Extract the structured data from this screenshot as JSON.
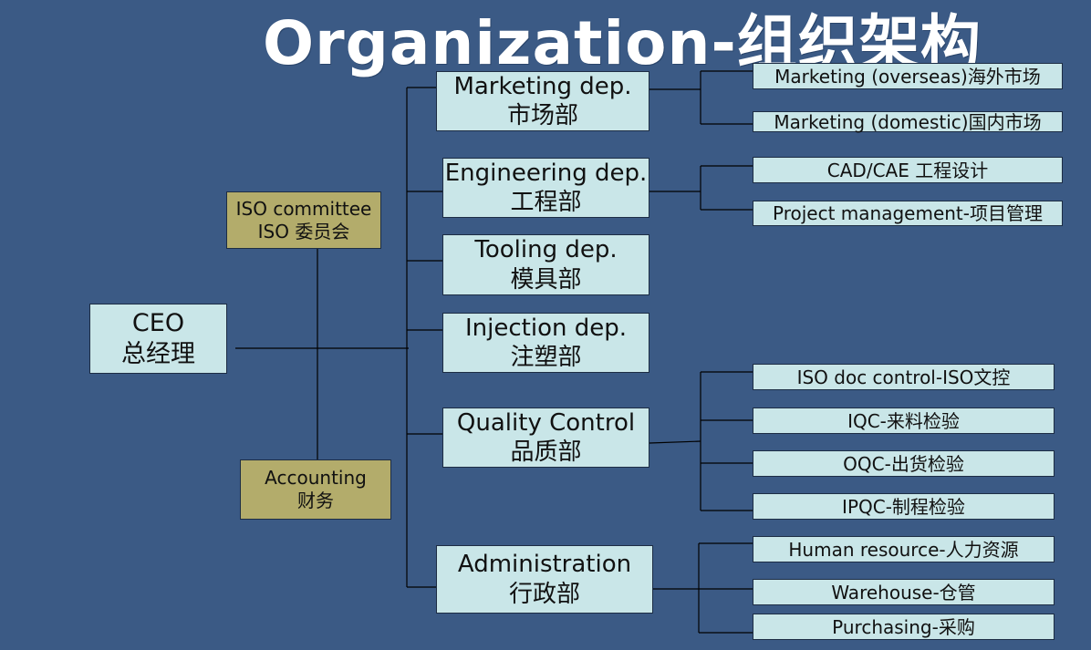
{
  "title": "Organization-组织架构",
  "ceo": {
    "line1": "CEO",
    "line2": "总经理"
  },
  "iso_committee": {
    "line1": "ISO committee",
    "line2": "ISO  委员会"
  },
  "accounting": {
    "line1": "Accounting",
    "line2": "财务"
  },
  "departments": [
    {
      "line1": "Marketing dep.",
      "line2": "市场部"
    },
    {
      "line1": "Engineering dep.",
      "line2": "工程部"
    },
    {
      "line1": "Tooling dep.",
      "line2": "模具部"
    },
    {
      "line1": "Injection dep.",
      "line2": "注塑部"
    },
    {
      "line1": "Quality Control",
      "line2": "品质部"
    },
    {
      "line1": "Administration",
      "line2": "行政部"
    }
  ],
  "marketing_units": [
    "Marketing (overseas)海外市场",
    "Marketing (domestic)国内市场"
  ],
  "engineering_units": [
    "CAD/CAE 工程设计",
    "Project management-项目管理"
  ],
  "quality_units": [
    "ISO doc control-ISO文控",
    "IQC-来料检验",
    "OQC-出货检验",
    "IPQC-制程检验"
  ],
  "admin_units": [
    "Human resource-人力资源",
    "Warehouse-仓管",
    "Purchasing-采购"
  ],
  "colors": {
    "background": "#3b5a85",
    "box": "#c9e6e8",
    "olive_box": "#b3ac6b",
    "connector": "#000000",
    "title": "#ffffff"
  }
}
